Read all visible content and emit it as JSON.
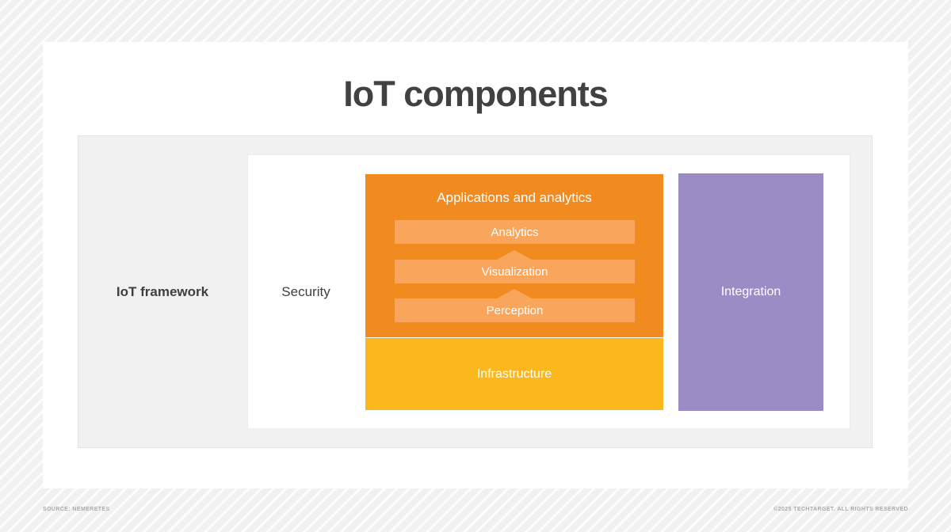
{
  "page": {
    "title": "IoT components",
    "footer": {
      "source": "SOURCE: NEMERETES",
      "copyright": "©2025 TECHTARGET. ALL RIGHTS RESERVED"
    }
  },
  "diagram": {
    "framework_label": "IoT framework",
    "security_label": "Security",
    "applications": {
      "title": "Applications and analytics",
      "layers": [
        "Analytics",
        "Visualization",
        "Perception"
      ]
    },
    "infrastructure_label": "Infrastructure",
    "integration_label": "Integration",
    "colors": {
      "orange": "#F28B1F",
      "light_orange": "#F9A55C",
      "yellow": "#FBB81D",
      "purple": "#9B8CC6",
      "title_text": "#414042",
      "label_text": "#3F3F41",
      "framework_fill": "#F1F1F2"
    }
  }
}
